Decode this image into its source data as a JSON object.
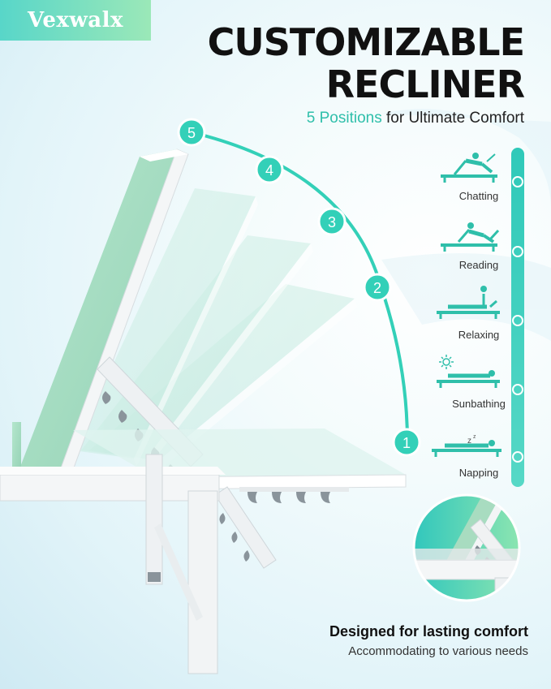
{
  "brand": {
    "name": "Vexwalx"
  },
  "headline": {
    "line1": "CUSTOMIZABLE",
    "line2": "RECLINER"
  },
  "subheadline": {
    "accent": "5 Positions",
    "rest": " for Ultimate Comfort"
  },
  "positions": [
    {
      "number": "5",
      "label": "Chatting"
    },
    {
      "number": "4",
      "label": "Reading"
    },
    {
      "number": "3",
      "label": "Relaxing"
    },
    {
      "number": "2",
      "label": "Sunbathing"
    },
    {
      "number": "1",
      "label": "Napping"
    }
  ],
  "callout": {
    "title": "Designed for lasting comfort",
    "subtitle": "Accommodating to various needs"
  },
  "colors": {
    "accent": "#33d0b8",
    "accent_dark": "#2fbfaa",
    "mesh": "#a8dcc0",
    "frame": "#f2f4f5",
    "hardware": "#8a949b"
  }
}
